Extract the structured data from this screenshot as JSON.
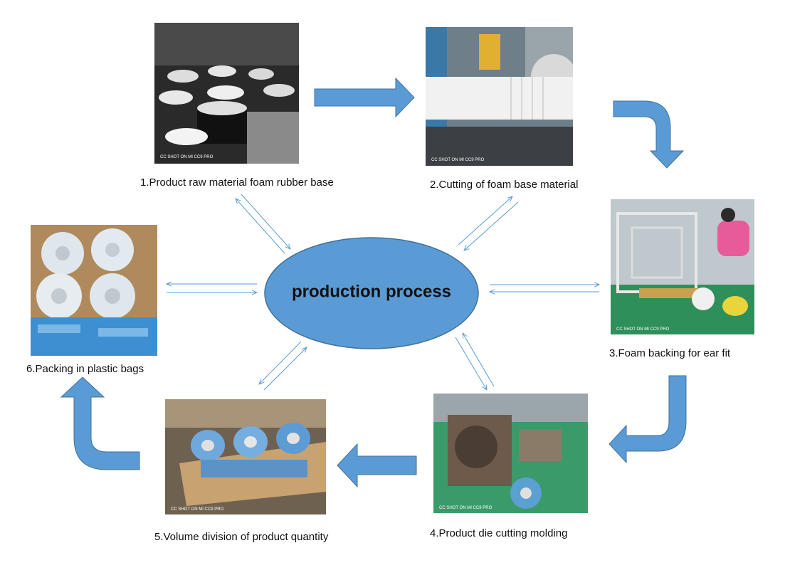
{
  "center": {
    "label": "production process"
  },
  "steps": [
    {
      "label": "1.Product raw material foam rubber base"
    },
    {
      "label": "2.Cutting of foam base material"
    },
    {
      "label": "3.Foam backing for ear fit"
    },
    {
      "label": "4.Product die cutting molding"
    },
    {
      "label": "5.Volume division of product quantity"
    },
    {
      "label": "6.Packing in plastic bags"
    }
  ],
  "colors": {
    "arrow_fill": "#5b9bd5",
    "arrow_stroke": "#41719c",
    "ellipse_fill": "#5b9bd5",
    "ellipse_stroke": "#41719c",
    "thin_arrow": "#5b9bd5"
  }
}
